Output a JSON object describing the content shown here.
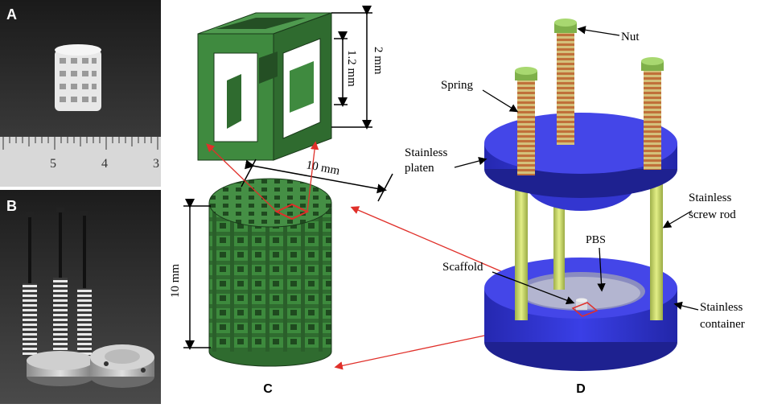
{
  "panels": {
    "a": "A",
    "b": "B",
    "c": "C",
    "d": "D"
  },
  "ruler": {
    "label_5": "5",
    "label_4": "4",
    "label_3": "3"
  },
  "cube": {
    "outer_dim": "2 mm",
    "inner_dim": "1.2 mm"
  },
  "scaffold": {
    "diameter": "10 mm",
    "height": "10 mm"
  },
  "device_labels": {
    "nut": "Nut",
    "spring": "Spring",
    "platen_line1": "Stainless",
    "platen_line2": "platen",
    "rod_line1": "Stainless",
    "rod_line2": "screw rod",
    "pbs": "PBS",
    "scaffold": "Scaffold",
    "container_line1": "Stainless",
    "container_line2": "container"
  },
  "colors": {
    "green_dark": "#2f6b2f",
    "green_face": "#3f8a3f",
    "blue": "#2b2fcf",
    "rod": "#c8d860",
    "spring": "#c79a3a",
    "arrow_red": "#e0302a"
  }
}
